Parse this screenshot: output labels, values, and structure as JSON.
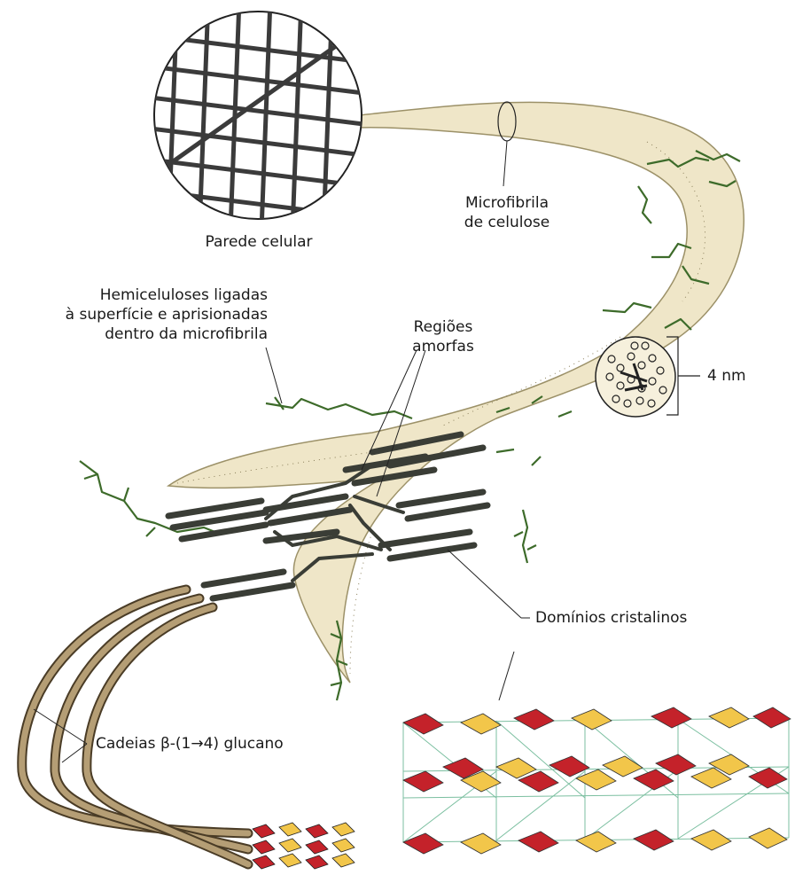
{
  "labels": {
    "cell_wall": "Parede celular",
    "microfibril_line1": "Microfibrila",
    "microfibril_line2": "de celulose",
    "hemicellulose_line1": "Hemiceluloses ligadas",
    "hemicellulose_line2": "à superfície e aprisionadas",
    "hemicellulose_line3": "dentro da microfibrila",
    "amorphous_line1": "Regiões",
    "amorphous_line2": "amorfas",
    "size": "4 nm",
    "crystalline": "Domínios cristalinos",
    "glucan_chains": "Cadeias β-(1→4) glucano"
  },
  "colors": {
    "fibril_fill": "#efe6c8",
    "fibril_stroke": "#9c9168",
    "hemicellulose": "#3d6b2a",
    "chain_fill": "#b59e75",
    "chain_stroke": "#4a3c26",
    "dark_rod": "#3a3d36",
    "sugar_red": "#c4222a",
    "sugar_yellow": "#f2c64a",
    "hbond": "#7bbfa0"
  },
  "icons": {
    "cell_wall": "cell-wall-mesh-icon",
    "cross_section": "microfibril-cross-section-icon",
    "lattice": "cellulose-crystal-lattice-icon"
  }
}
